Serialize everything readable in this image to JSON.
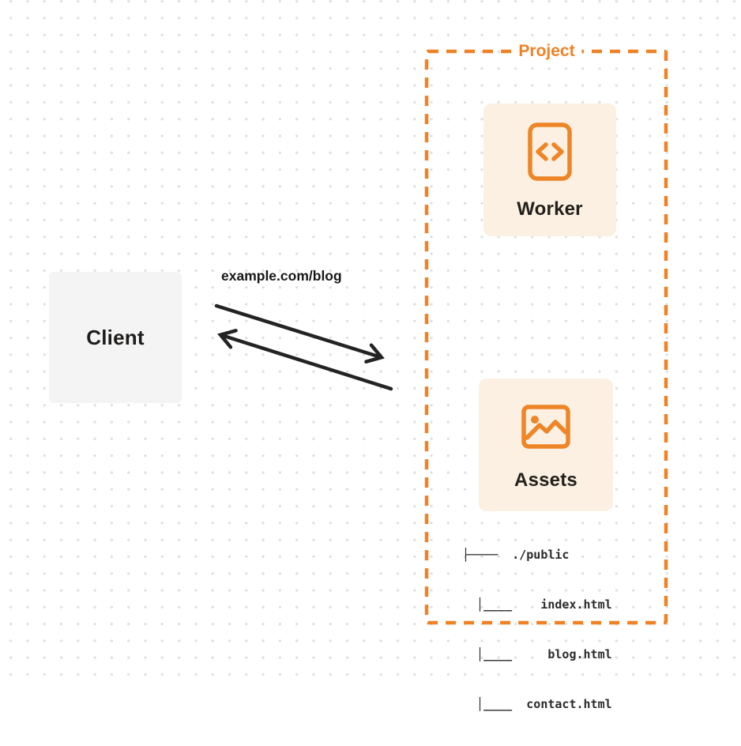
{
  "diagram": {
    "background": {
      "pattern": "dot-grid",
      "dot_color": "#dedede"
    },
    "client": {
      "label": "Client"
    },
    "request_label": "example.com/blog",
    "project": {
      "label": "Project",
      "worker": {
        "label": "Worker",
        "icon": "code-file-icon"
      },
      "assets": {
        "label": "Assets",
        "icon": "image-icon",
        "file_tree": {
          "root": "./public",
          "files": [
            "index.html",
            "blog.html",
            "contact.html"
          ],
          "lines": [
            "├────  ./public",
            "  │____    index.html",
            "  │____     blog.html",
            "  │____  contact.html"
          ]
        }
      }
    },
    "colors": {
      "accent_orange": "#ef8633",
      "card_fill": "#fbf0e1",
      "client_fill": "#f4f4f5",
      "arrow_dark": "#232323"
    }
  }
}
